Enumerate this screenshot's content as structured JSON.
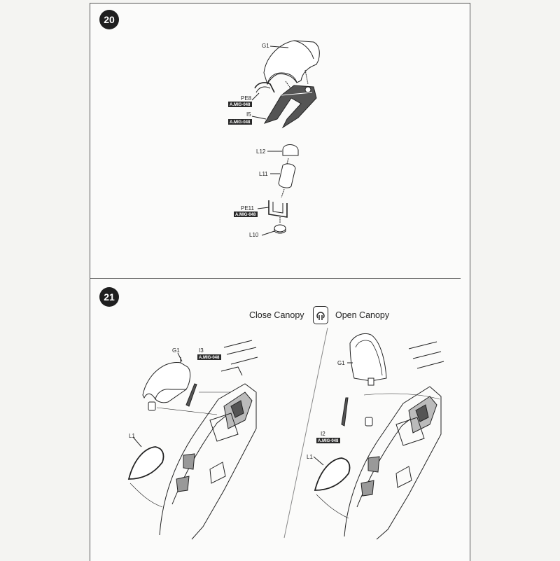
{
  "steps": [
    {
      "number": "20",
      "labels": {
        "g1": "G1",
        "pe8": "PE8",
        "i5": "I5",
        "l12": "L12",
        "l11": "L11",
        "pe11": "PE11",
        "l10": "L10"
      },
      "tags": {
        "pe8": "A.MIG-048",
        "i5": "A.MIG-048",
        "pe11": "A.MIG-048"
      }
    },
    {
      "number": "21",
      "close_label": "Close Canopy",
      "open_label": "Open Canopy",
      "icon": "canopy-rotate-icon",
      "labels": {
        "g1_left": "G1",
        "i3": "I3",
        "l1_left": "L1",
        "g1_right": "G1",
        "i2": "I2",
        "l1_right": "L1"
      },
      "tags": {
        "i3": "A.MIG-048",
        "i2": "A.MIG-048"
      }
    }
  ]
}
